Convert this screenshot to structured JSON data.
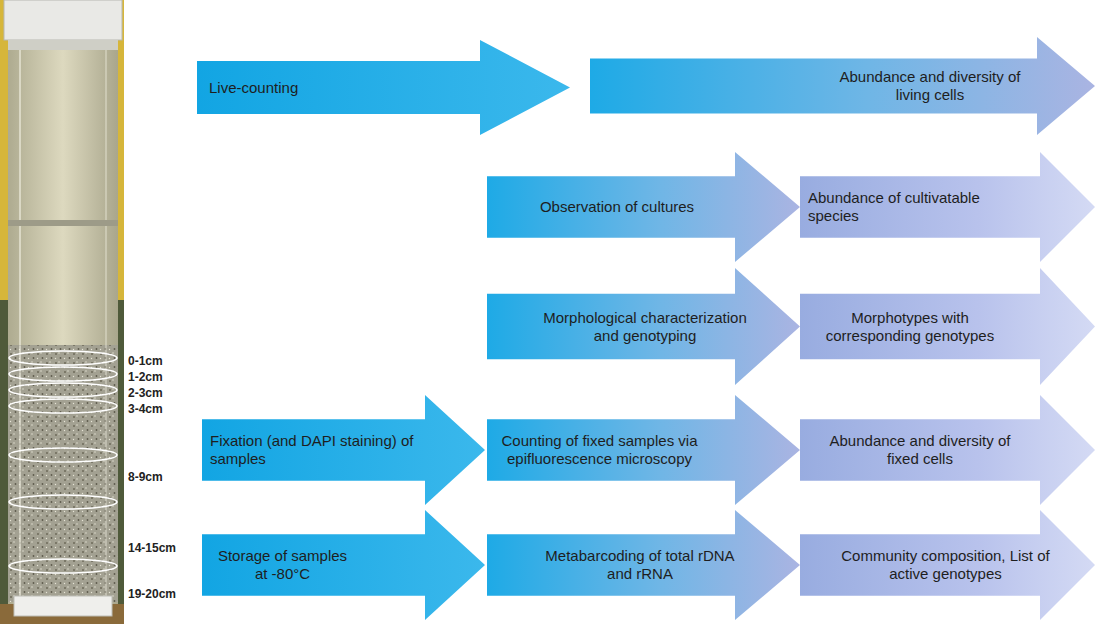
{
  "diagram": {
    "nodes": [
      {
        "text": [
          "Live-counting"
        ]
      },
      {
        "text": [
          "Abundance and diversity of living cells"
        ]
      },
      {
        "text": [
          "Observation of cultures"
        ]
      },
      {
        "text": [
          "Abundance of cultivatable species"
        ]
      },
      {
        "text": [
          "Morphological characterization and genotyping"
        ]
      },
      {
        "text": [
          "Morphotypes with corresponding genotypes"
        ]
      },
      {
        "text": [
          "Fixation (and DAPI staining) of samples"
        ]
      },
      {
        "text": [
          "Counting of fixed samples via epifluorescence microscopy"
        ]
      },
      {
        "text": [
          "Abundance and diversity of fixed cells"
        ]
      },
      {
        "text": [
          "Storage of samples at -80°C"
        ]
      },
      {
        "text": [
          "Metabarcoding of total rDNA and rRNA"
        ]
      },
      {
        "text": [
          "Community composition, List of active genotypes"
        ]
      }
    ],
    "labels": [
      "0-1cm",
      "1-2cm",
      "2-3cm",
      "3-4cm",
      "8-9cm",
      "14-15cm",
      "19-20cm"
    ]
  }
}
